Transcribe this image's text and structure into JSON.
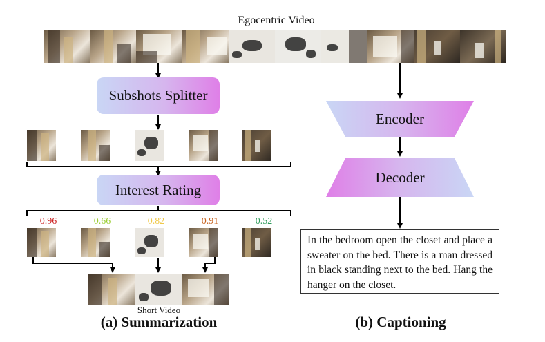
{
  "top_title": "Egocentric Video",
  "summarization": {
    "splitter_label": "Subshots Splitter",
    "rating_label": "Interest Rating",
    "scores": [
      {
        "value": "0.96",
        "color": "#cc2222"
      },
      {
        "value": "0.66",
        "color": "#9acd32"
      },
      {
        "value": "0.82",
        "color": "#f0c94a"
      },
      {
        "value": "0.91",
        "color": "#c6621e"
      },
      {
        "value": "0.52",
        "color": "#2e9b5a"
      }
    ],
    "short_video_label": "Short Video",
    "panel_label": "(a) Summarization"
  },
  "captioning": {
    "encoder_label": "Encoder",
    "decoder_label": "Decoder",
    "caption_text": "In the bedroom open the closet and place a sweater on the bed. There is a man dressed in black standing next to the bed. Hang the hanger on the closet.",
    "panel_label": "(b) Captioning"
  }
}
